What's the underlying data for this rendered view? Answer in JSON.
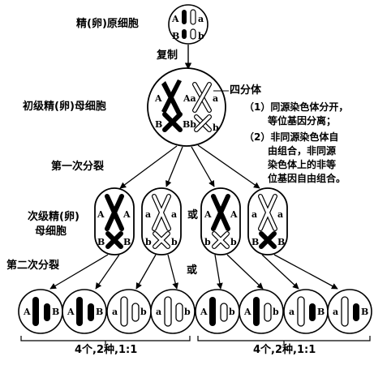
{
  "labels": {
    "primordial": "精(卵)原细胞",
    "replicate": "复制",
    "primary": "初级精(卵)母细胞",
    "tetrad": "四分体",
    "first_division": "第一次分裂",
    "secondary_line1": "次级精(卵)",
    "secondary_line2": "母细胞",
    "or1": "或",
    "second_division": "第二次分裂",
    "or2": "或",
    "result_left": "4个,2种,1:1",
    "result_right": "4个,2种,1:1"
  },
  "notes": [
    "（1）同源染色体分开，",
    "等位基因分离；",
    "（2）非同源染色体自",
    "由组合，非同源",
    "染色体上的非等",
    "位基因自由组合。"
  ],
  "genes": {
    "A": "A",
    "a": "a",
    "B": "B",
    "b": "b",
    "Aa": "Aa",
    "Bb": "Bb"
  }
}
